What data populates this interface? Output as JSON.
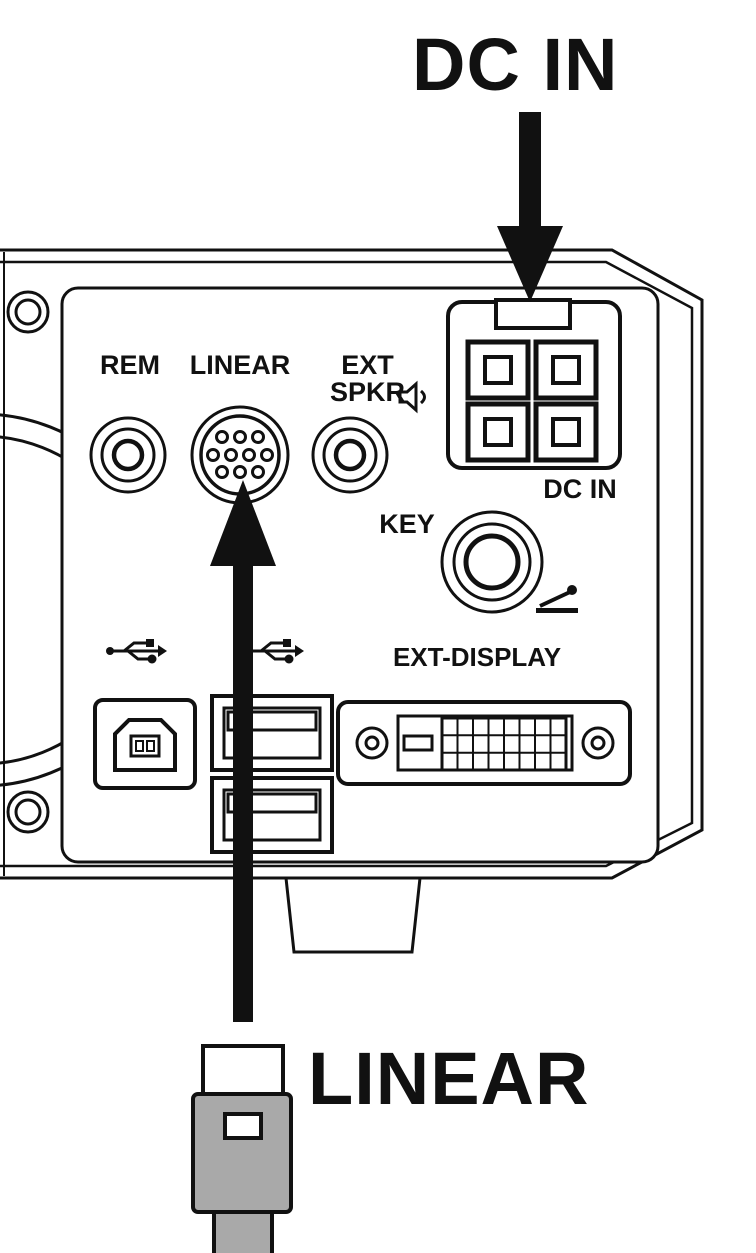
{
  "page": {
    "background": "#ffffff"
  },
  "callouts": {
    "dc_in": "DC IN",
    "linear": "LINEAR"
  },
  "panel": {
    "labels": {
      "rem": "REM",
      "linear": "LINEAR",
      "ext_spkr": "EXT SPKR",
      "dc_in": "DC IN",
      "key": "KEY",
      "ext_display": "EXT-DISPLAY"
    }
  },
  "icons": {
    "speaker": "speaker-icon",
    "usb_left": "usb-icon",
    "usb_right": "usb-icon",
    "morse_key": "morse-key-icon",
    "dc_arrow": "arrow-down-icon",
    "linear_arrow": "arrow-up-icon"
  },
  "colors": {
    "ink": "#111111",
    "plug_gray": "#a9a9a9",
    "background": "#ffffff"
  }
}
